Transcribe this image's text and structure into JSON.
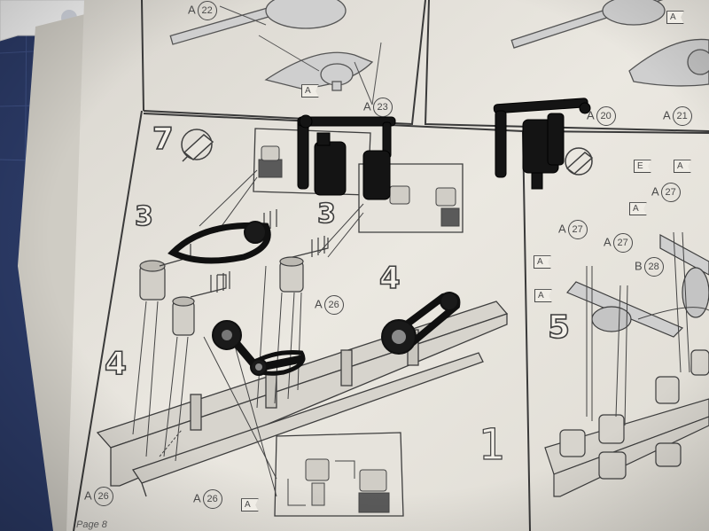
{
  "instruction_sheet": {
    "step_number": "7",
    "step_next": "5",
    "page_label": "Page 8",
    "callouts": {
      "a22": {
        "prefix": "A",
        "num": "22"
      },
      "a23": {
        "prefix": "A",
        "num": "23"
      },
      "a20": {
        "prefix": "A",
        "num": "20"
      },
      "a21": {
        "prefix": "A",
        "num": "21"
      },
      "a26_top": {
        "prefix": "A",
        "num": "26"
      },
      "a26_left": {
        "prefix": "A",
        "num": "26"
      },
      "a26_mid": {
        "prefix": "A",
        "num": "26"
      },
      "a27_top": {
        "prefix": "A",
        "num": "27"
      },
      "a27_left": {
        "prefix": "A",
        "num": "27"
      },
      "a27_mid": {
        "prefix": "A",
        "num": "27"
      },
      "b28": {
        "prefix": "B",
        "num": "28"
      }
    },
    "big_numbers": {
      "three_left": "3",
      "three_mid": "3",
      "four_right": "4",
      "four_left": "4",
      "one": "1"
    },
    "flags": {
      "a_top_left": "A",
      "a_top_right": "A",
      "a_bottom": "A",
      "e_right": "E",
      "a_right1": "A",
      "a_right2": "A",
      "a_right3": "A",
      "a_right4": "A"
    }
  },
  "colors": {
    "paper": "#e8e5de",
    "ink": "#4a4a4a",
    "mat": "#2b3a66",
    "plastic_black": "#141414"
  }
}
